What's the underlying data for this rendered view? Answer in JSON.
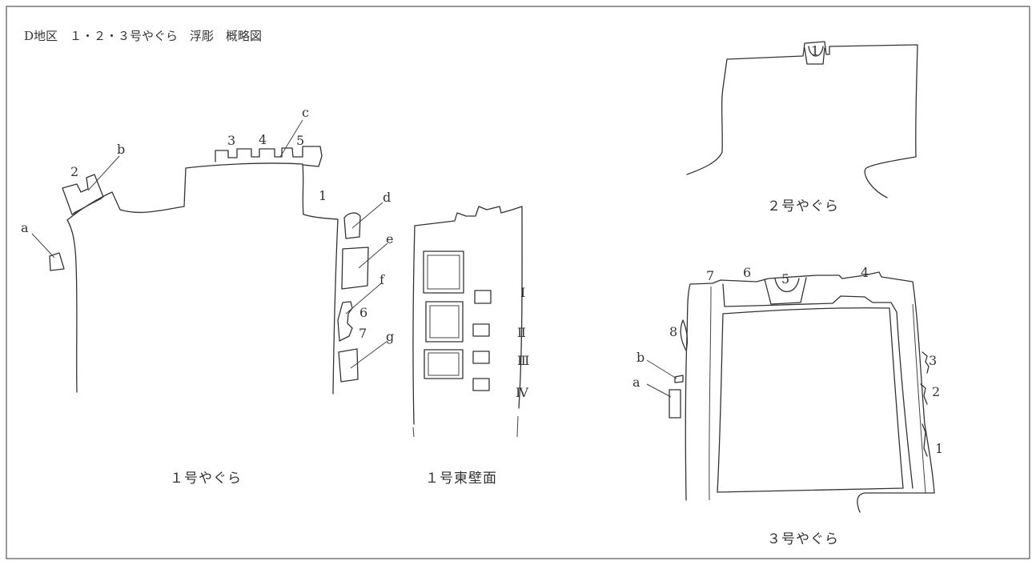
{
  "title": "D地区　１・２・３号やぐら　浮彫　概略図",
  "captions": {
    "yagura1": "１号やぐら",
    "east_wall": "１号東壁面",
    "yagura2": "２号やぐら",
    "yagura3": "３号やぐら"
  },
  "yagura1_labels": {
    "a": "a",
    "b": "b",
    "c": "c",
    "d": "d",
    "e": "e",
    "f": "f",
    "g": "g",
    "n1": "1",
    "n2": "2",
    "n3": "3",
    "n4": "4",
    "n5": "5",
    "n6": "6",
    "n7": "7"
  },
  "east_wall_labels": {
    "r1": "Ⅰ",
    "r2": "Ⅱ",
    "r3": "Ⅲ",
    "r4": "Ⅳ"
  },
  "yagura2_labels": {
    "n1": "1"
  },
  "yagura3_labels": {
    "a": "a",
    "b": "b",
    "n1": "1",
    "n2": "2",
    "n3": "3",
    "n4": "4",
    "n5": "5",
    "n6": "6",
    "n7": "7",
    "n8": "8"
  },
  "colors": {
    "line": "#333333",
    "frame": "#555555",
    "background": "#ffffff"
  }
}
